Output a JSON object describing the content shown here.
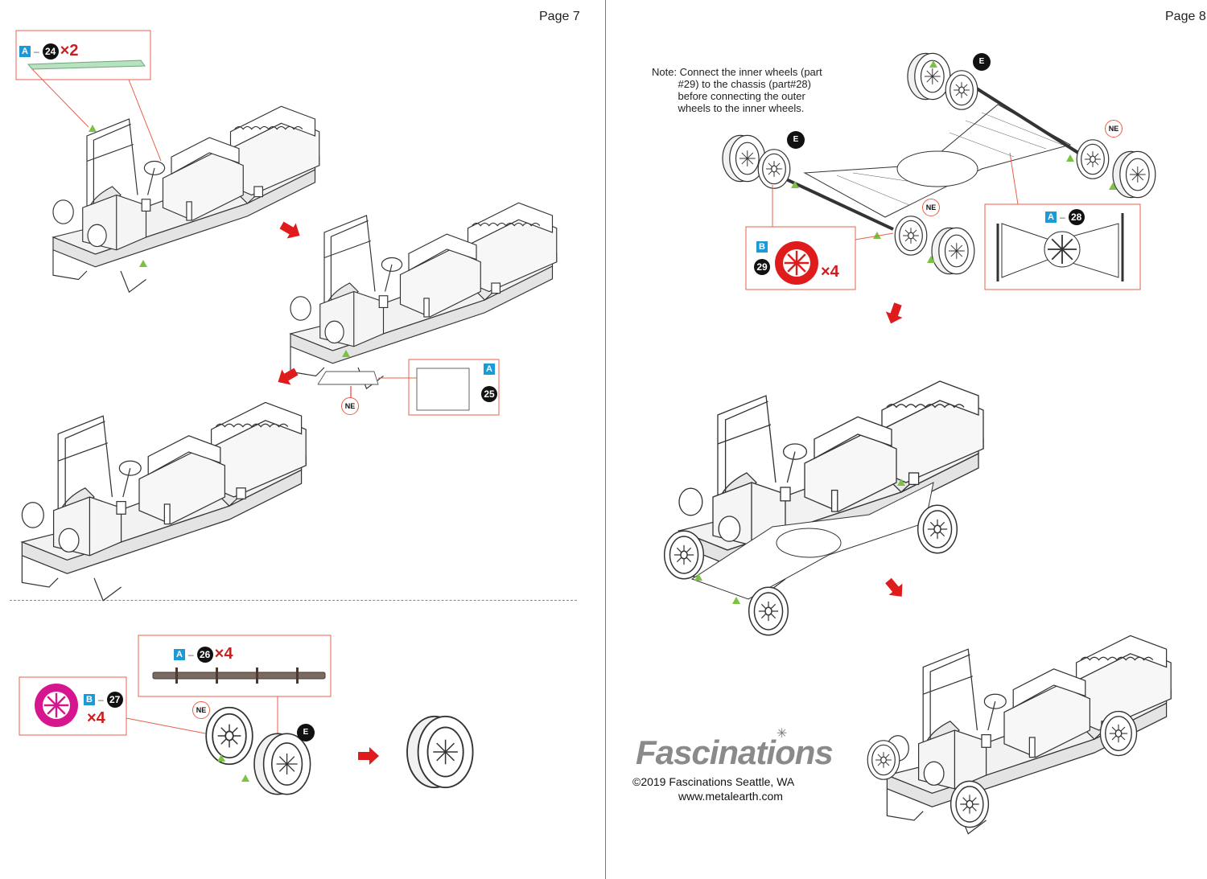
{
  "pages": {
    "left": {
      "label": "Page 7"
    },
    "right": {
      "label": "Page 8"
    }
  },
  "callouts": {
    "part24": {
      "sheet": "A",
      "part": "24",
      "qty": "×2"
    },
    "part25": {
      "sheet": "A",
      "part": "25"
    },
    "part26": {
      "sheet": "A",
      "part": "26",
      "qty": "×4"
    },
    "part27": {
      "sheet": "B",
      "part": "27",
      "qty": "×4"
    },
    "part28": {
      "sheet": "A",
      "part": "28"
    },
    "part29": {
      "sheet": "B",
      "part": "29",
      "qty": "×4"
    }
  },
  "badges": {
    "ne": "NE",
    "e": "E"
  },
  "note": "Note: Connect the inner wheels (part\n         #29) to the chassis (part#28)\n         before connecting the outer\n         wheels to the inner wheels.",
  "branding": {
    "name": "Fascinations",
    "copyright": "©2019 Fascinations Seattle, WA",
    "website": "www.metalearth.com"
  },
  "colors": {
    "accent_red": "#d01c1c",
    "callout_border": "#e9604a",
    "sheet_tag": "#1a9ad6",
    "wheel_magenta": "#d6168e",
    "axle_brown": "#7a6a62",
    "part_green": "#7fbf8a",
    "guide_triangle": "#7cc242"
  }
}
